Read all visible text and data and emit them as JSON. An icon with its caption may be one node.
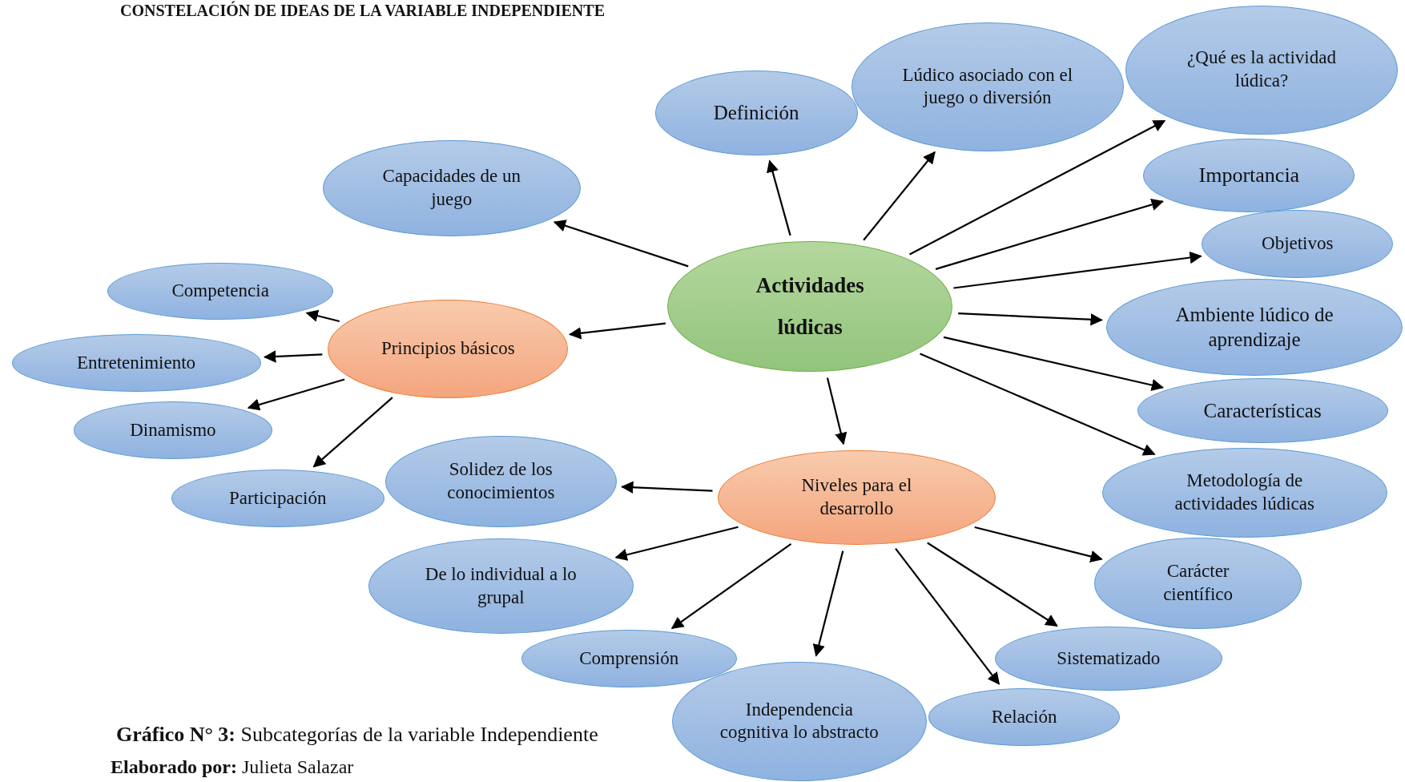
{
  "diagram": {
    "title": "CONSTELACIÓN DE IDEAS DE LA VARIABLE INDEPENDIENTE",
    "caption": "**Gráfico N° 3:** Subcategorías de la variable Independiente",
    "nodes": [
      {
        "text": [
          "Actividades lúdicas"
        ]
      },
      {
        "text": [
          "Capacidades de un juego"
        ]
      },
      {
        "text": [
          "Definición"
        ]
      },
      {
        "text": [
          "Lúdico asociado con el juego o diversión"
        ]
      },
      {
        "text": [
          "¿Qué es la actividad lúdica?"
        ]
      },
      {
        "text": [
          "Importancia"
        ]
      },
      {
        "text": [
          "Objetivos"
        ]
      },
      {
        "text": [
          "Ambiente lúdico de aprendizaje"
        ]
      },
      {
        "text": [
          "Características"
        ]
      },
      {
        "text": [
          "Metodología de actividades lúdicas"
        ]
      },
      {
        "text": [
          "Principios básicos"
        ]
      },
      {
        "text": [
          "Competencia"
        ]
      },
      {
        "text": [
          "Entretenimiento"
        ]
      },
      {
        "text": [
          "Dinamismo"
        ]
      },
      {
        "text": [
          "Participación"
        ]
      },
      {
        "text": [
          "Niveles para el desarrollo"
        ]
      },
      {
        "text": [
          "Solidez de los conocimientos"
        ]
      },
      {
        "text": [
          "De lo individual a lo grupal"
        ]
      },
      {
        "text": [
          "Comprensión"
        ]
      },
      {
        "text": [
          "Independencia cognitiva lo abstracto"
        ]
      },
      {
        "text": [
          "Relación"
        ]
      },
      {
        "text": [
          "Sistematizado"
        ]
      },
      {
        "text": [
          "Carácter científico"
        ]
      }
    ],
    "edges": [
      {
        "from": 0,
        "to": 1,
        "arrow": "to"
      },
      {
        "from": 0,
        "to": 2,
        "arrow": "to"
      },
      {
        "from": 0,
        "to": 3,
        "arrow": "to"
      },
      {
        "from": 0,
        "to": 4,
        "arrow": "to"
      },
      {
        "from": 0,
        "to": 5,
        "arrow": "to"
      },
      {
        "from": 0,
        "to": 6,
        "arrow": "to"
      },
      {
        "from": 0,
        "to": 7,
        "arrow": "to"
      },
      {
        "from": 0,
        "to": 8,
        "arrow": "to"
      },
      {
        "from": 0,
        "to": 9,
        "arrow": "to"
      },
      {
        "from": 0,
        "to": 10,
        "arrow": "to"
      },
      {
        "from": 0,
        "to": 15,
        "arrow": "to"
      },
      {
        "from": 10,
        "to": 11,
        "arrow": "to"
      },
      {
        "from": 10,
        "to": 12,
        "arrow": "to"
      },
      {
        "from": 10,
        "to": 13,
        "arrow": "to"
      },
      {
        "from": 10,
        "to": 14,
        "arrow": "to"
      },
      {
        "from": 15,
        "to": 16,
        "arrow": "to"
      },
      {
        "from": 15,
        "to": 17,
        "arrow": "to"
      },
      {
        "from": 15,
        "to": 18,
        "arrow": "to"
      },
      {
        "from": 15,
        "to": 19,
        "arrow": "to"
      },
      {
        "from": 15,
        "to": 20,
        "arrow": "to"
      },
      {
        "from": 15,
        "to": 21,
        "arrow": "to"
      },
      {
        "from": 15,
        "to": 22,
        "arrow": "to"
      }
    ],
    "labels": [
      "**Elaborado por:** Julieta Salazar"
    ]
  }
}
